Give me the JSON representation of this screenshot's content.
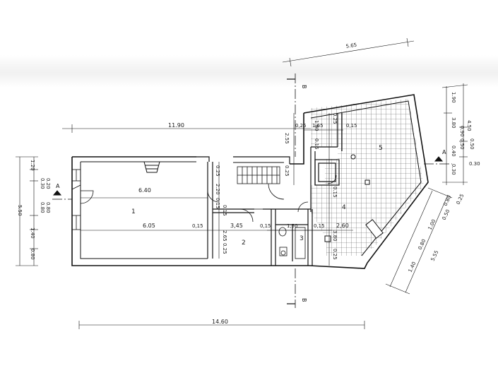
{
  "plan": {
    "section_marks": {
      "a": "A",
      "b": "B"
    },
    "dims": {
      "top_small": "5.65",
      "overall_top": "11.90",
      "overall_bottom": "14.60",
      "room1_width_top": "6.40",
      "room1_width_bottom": "6.05",
      "wall_a": "0,15",
      "wall_b": "0,15",
      "wall_c": "0,15",
      "room2_width": "3,45",
      "corr_15a": "0.15",
      "corr_265": "2.65",
      "corr_025a": "0.25",
      "corr_150": "1,50",
      "corr_260": "2,60",
      "top_025": "0,25",
      "top_165": "1,65",
      "top_015": "0,15",
      "v_255": "2.55",
      "v_025b": "0.25",
      "v_220": "2.20",
      "v_015": "0.15",
      "v_025c": "0.25",
      "v_025d": "0.25",
      "v_380": "3.80",
      "v_015b": "0.15",
      "v_025e": "0.25",
      "stair_180": "1.80",
      "stair_015": "0.15",
      "left_120": "1.20",
      "left_030": "0.30",
      "left_020": "0.20",
      "left_550": "5.50",
      "left_080a": "0.80",
      "left_080b": "0.80",
      "left_140": "1.40",
      "left_080c": "0.80",
      "right_190": "1.90",
      "right_450": "4.50",
      "right_380": "3.80",
      "right_090": "0.90",
      "right_050a": "0.50",
      "right_050b": "0.50",
      "right_040": "0.40",
      "right_030a": "0.30",
      "right_030b": "0.30",
      "diag_080a": "0.80",
      "diag_025": "0.25",
      "diag_100": "1.00",
      "diag_050": "0.50",
      "diag_080b": "0.80",
      "diag_140": "1.40",
      "diag_555": "5.55"
    },
    "rooms": {
      "r1": "1",
      "r2": "2",
      "r3": "3",
      "r4": "4",
      "r5": "5"
    }
  }
}
